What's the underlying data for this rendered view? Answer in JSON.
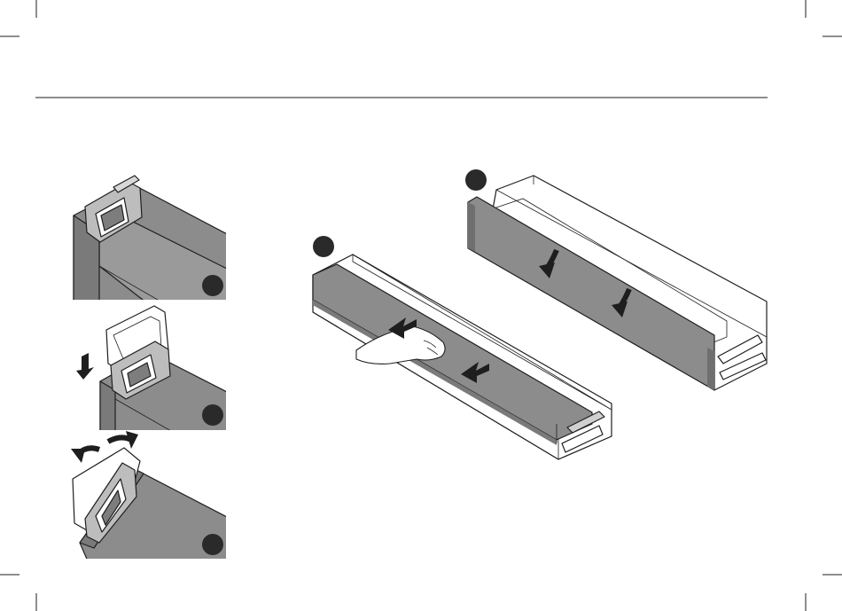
{
  "page": {
    "background_color": "#ffffff",
    "line_color": "#1e1e1e",
    "panel_fill": "#8c8c8c",
    "panel_fill_dark": "#6f6f6f",
    "step_marker_color": "#2a2a2a"
  },
  "steps": [
    {
      "id": "detail-step-1",
      "label": ""
    },
    {
      "id": "detail-step-2",
      "label": ""
    },
    {
      "id": "detail-step-3",
      "label": ""
    },
    {
      "id": "main-step-a",
      "label": ""
    },
    {
      "id": "main-step-b",
      "label": ""
    }
  ],
  "arrows": [
    {
      "id": "lift-arrow",
      "icon": "down-arrow-icon"
    },
    {
      "id": "rotate-left-arrow",
      "icon": "rotate-left-arrow-icon"
    },
    {
      "id": "rotate-right-arrow",
      "icon": "rotate-right-arrow-icon"
    },
    {
      "id": "slide-arrow-1",
      "icon": "left-arrow-icon"
    },
    {
      "id": "slide-arrow-2",
      "icon": "left-arrow-icon"
    },
    {
      "id": "insert-arrow-1",
      "icon": "down-arrow-icon"
    },
    {
      "id": "insert-arrow-2",
      "icon": "down-arrow-icon"
    }
  ]
}
